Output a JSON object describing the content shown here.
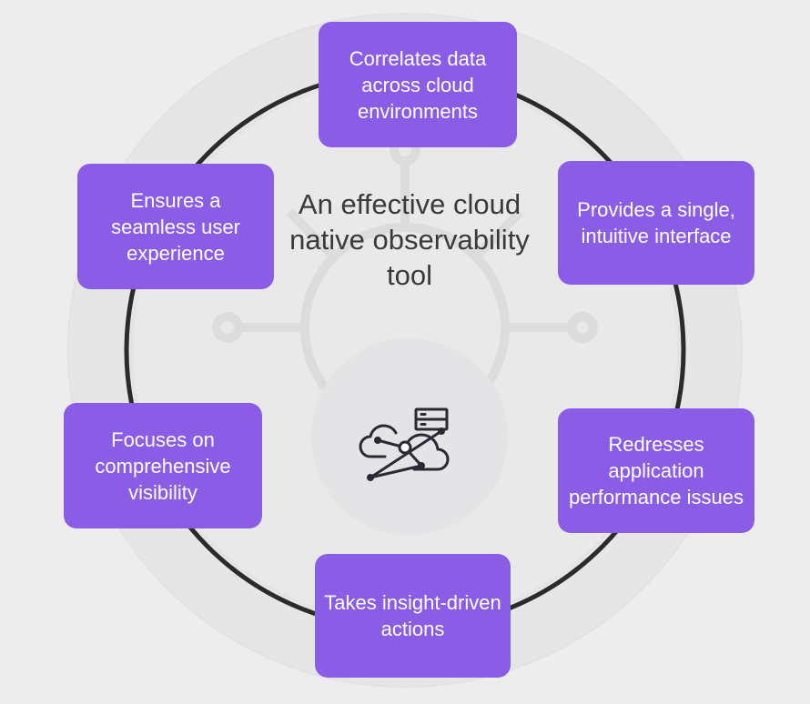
{
  "center": {
    "title": "An effective cloud native observability tool",
    "icon": "cloud-data-analytics-icon"
  },
  "items": [
    {
      "label": "Correlates data across cloud environments"
    },
    {
      "label": "Provides a single, intuitive interface"
    },
    {
      "label": "Redresses application performance issues"
    },
    {
      "label": "Takes insight-driven actions"
    },
    {
      "label": "Focuses on comprehensive visibility"
    },
    {
      "label": "Ensures a seamless user experience"
    }
  ],
  "colors": {
    "box": "#8b5ce6",
    "ring": "#2b2b2b",
    "background": "#ededed"
  }
}
